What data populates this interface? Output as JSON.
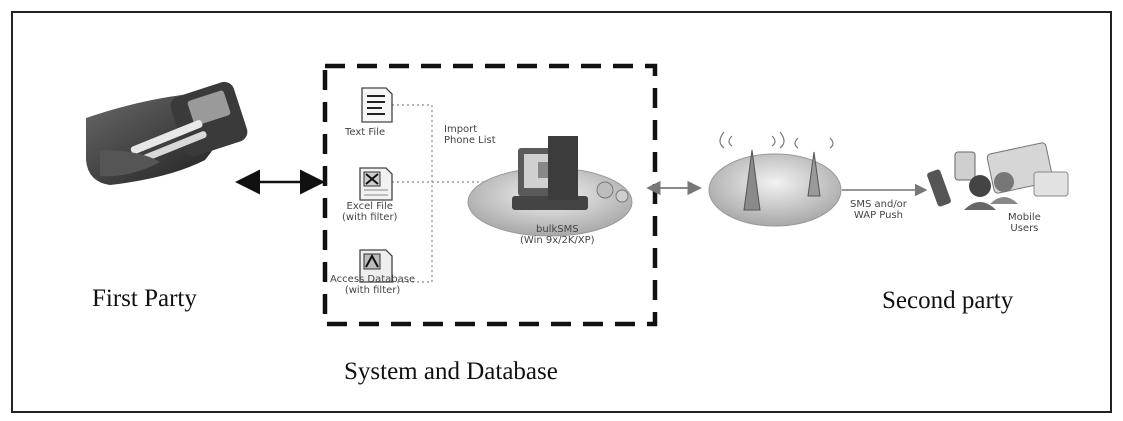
{
  "labels": {
    "first_party": "First Party",
    "second_party": "Second party",
    "system_db": "System and Database"
  },
  "sources": {
    "text_file": "Text File",
    "excel_file_line1": "Excel File",
    "excel_file_line2": "(with filter)",
    "access_db_line1": "Access Database",
    "access_db_line2": "(with filter)",
    "import_line1": "Import",
    "import_line2": "Phone List"
  },
  "server": {
    "name": "bulkSMS",
    "os": "(Win 9x/2K/XP)"
  },
  "link": {
    "sms_line1": "SMS and/or",
    "sms_line2": "WAP Push"
  },
  "mobile_users": {
    "line1": "Mobile",
    "line2": "Users"
  },
  "colors": {
    "ink": "#111111",
    "dotted": "#9a9a9a",
    "disc": "#c9c9c9"
  }
}
